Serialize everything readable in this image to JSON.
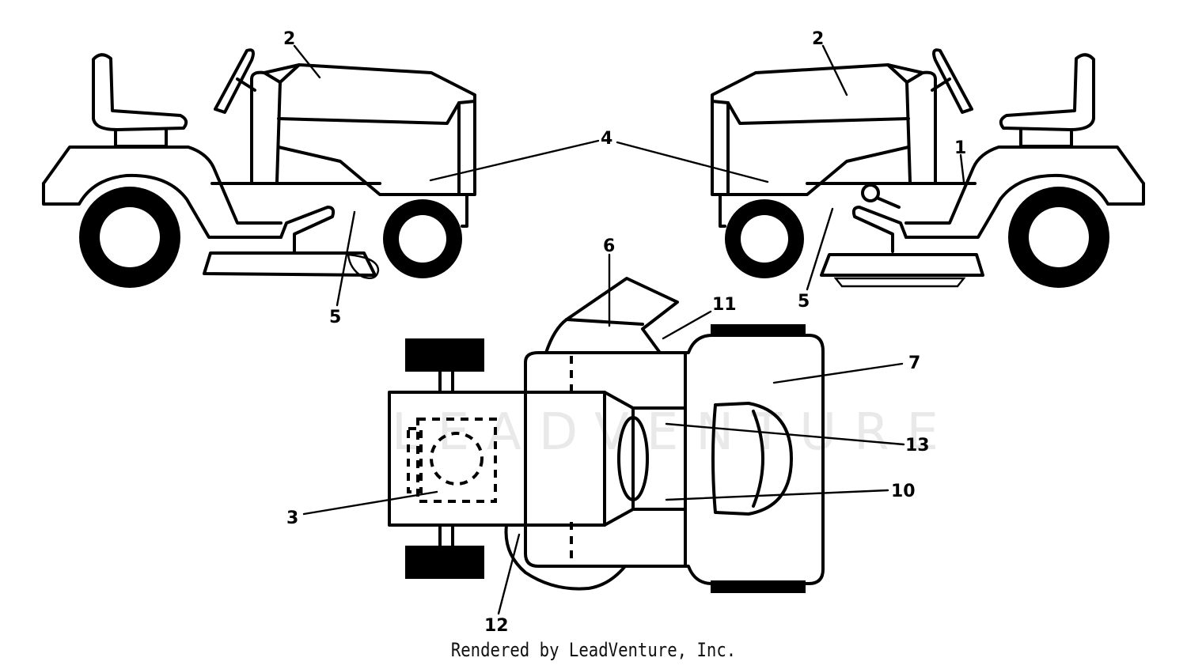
{
  "watermark": "LEADVENTURE",
  "credit": "Rendered by LeadVenture, Inc.",
  "callouts": {
    "left_2": "2",
    "left_4": "4",
    "left_5": "5",
    "right_1": "1",
    "right_2": "2",
    "right_5": "5",
    "top_6": "6",
    "top_11": "11",
    "top_7": "7",
    "top_13": "13",
    "top_10": "10",
    "top_3": "3",
    "top_12": "12"
  }
}
